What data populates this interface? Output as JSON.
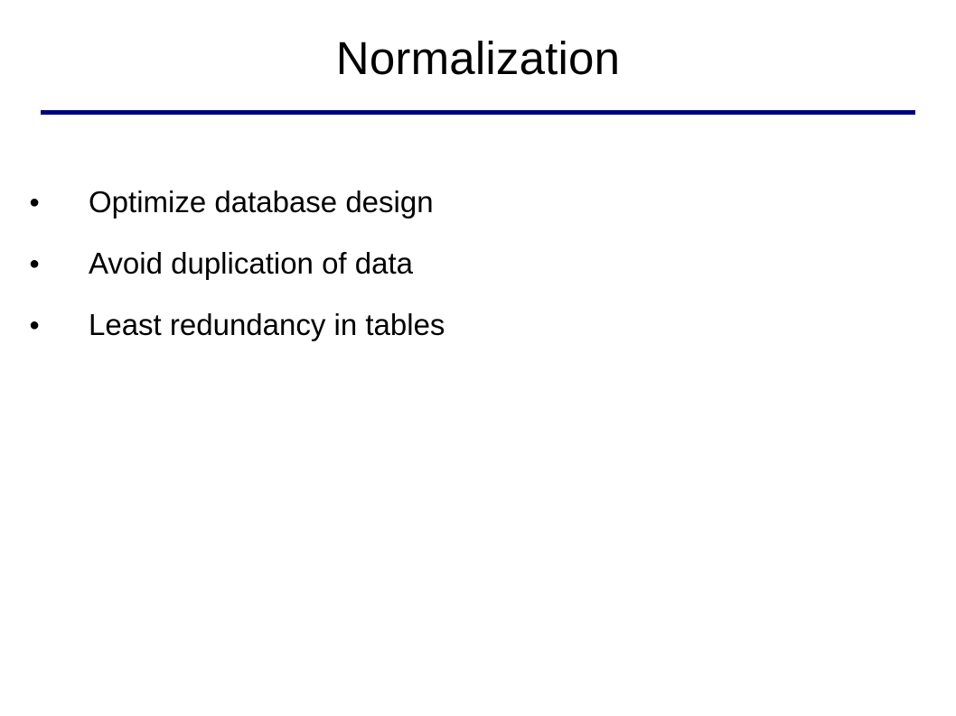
{
  "slide": {
    "title": "Normalization",
    "accent_color": "#000080",
    "bullet_glyph": "●",
    "bullets": [
      {
        "text": "Optimize database design"
      },
      {
        "text": "Avoid duplication of data"
      },
      {
        "text": "Least redundancy in tables"
      }
    ]
  }
}
